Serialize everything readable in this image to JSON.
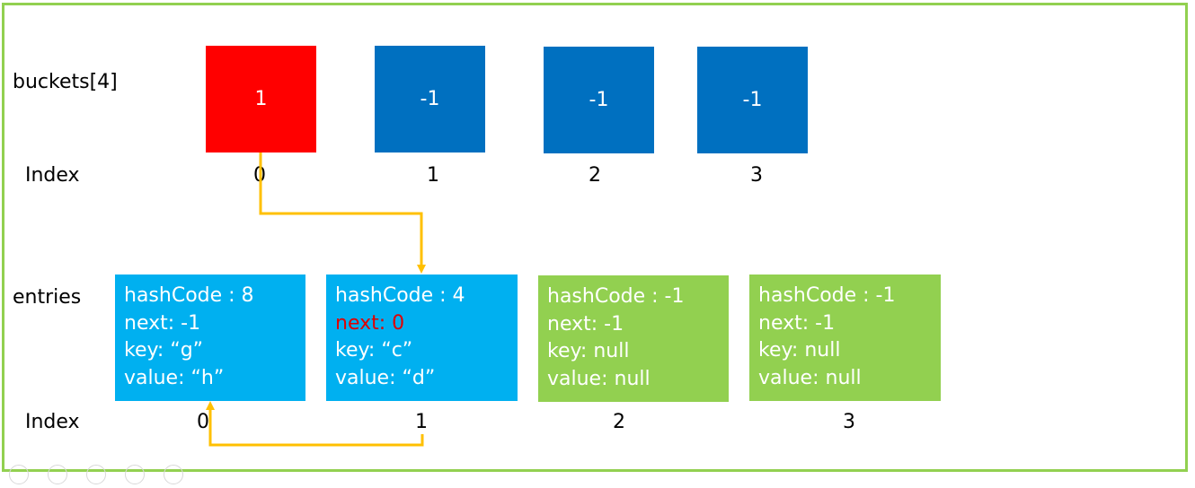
{
  "colors": {
    "frame": "#92d050",
    "bucket_active": "#ff0000",
    "bucket_default": "#0070c0",
    "entry_used": "#00b0f0",
    "entry_free": "#92d050",
    "arrow": "#ffc000",
    "highlight_text": "#e00000"
  },
  "labels": {
    "buckets": "buckets[4]",
    "entries": "entries",
    "index_top": "Index",
    "index_bottom": "Index"
  },
  "buckets": [
    {
      "value": "1",
      "index": "0",
      "state": "active"
    },
    {
      "value": "-1",
      "index": "1",
      "state": "default"
    },
    {
      "value": "-1",
      "index": "2",
      "state": "default"
    },
    {
      "value": "-1",
      "index": "3",
      "state": "default"
    }
  ],
  "entries": [
    {
      "index": "0",
      "state": "used",
      "hashCode": "hashCode : 8",
      "next": "next: -1",
      "key": "key: “g”",
      "value": "value: “h”"
    },
    {
      "index": "1",
      "state": "used",
      "hashCode": "hashCode : 4",
      "next": "next: 0",
      "key": "key: “c”",
      "value": "value: “d”"
    },
    {
      "index": "2",
      "state": "free",
      "hashCode": "hashCode : -1",
      "next": "next: -1",
      "key": "key: null",
      "value": "value: null"
    },
    {
      "index": "3",
      "state": "free",
      "hashCode": "hashCode : -1",
      "next": "next: -1",
      "key": "key: null",
      "value": "value: null"
    }
  ],
  "links": [
    {
      "from": "bucket 0",
      "to": "entry 1"
    },
    {
      "from": "entry 1",
      "to": "entry 0"
    }
  ],
  "icons": [
    "nav-icon",
    "pen-icon",
    "user-icon",
    "zoom-icon",
    "more-icon"
  ]
}
